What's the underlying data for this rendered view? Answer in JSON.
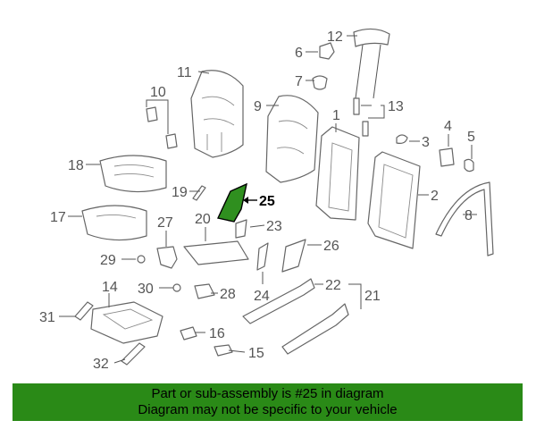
{
  "diagram": {
    "highlighted_part": "25",
    "colors": {
      "highlight": "#2f8f1f",
      "banner": "#2a8a17",
      "line": "#666666"
    },
    "callouts": [
      "1",
      "2",
      "3",
      "4",
      "5",
      "6",
      "7",
      "8",
      "9",
      "10",
      "11",
      "12",
      "13",
      "14",
      "15",
      "16",
      "17",
      "18",
      "19",
      "20",
      "21",
      "22",
      "23",
      "24",
      "25",
      "26",
      "27",
      "28",
      "29",
      "30",
      "31",
      "32"
    ]
  },
  "banner": {
    "line1": "Part or sub-assembly is #25 in diagram",
    "line2": "Diagram may not be specific to your vehicle"
  }
}
